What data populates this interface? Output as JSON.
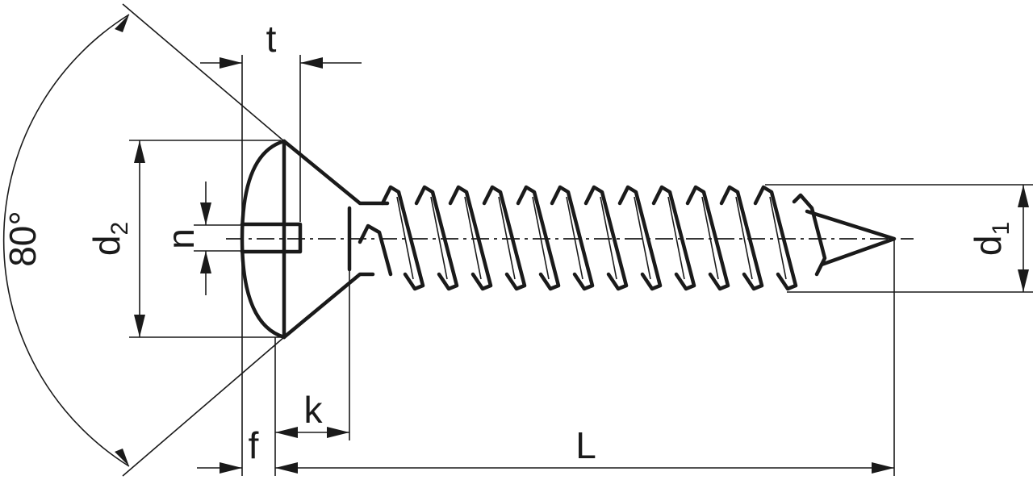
{
  "labels": {
    "angle": "80°",
    "t": "t",
    "n": "n",
    "d2_main": "d",
    "d2_sub": "2",
    "d1_main": "d",
    "d1_sub": "1",
    "k": "k",
    "f": "f",
    "L": "L"
  },
  "colors": {
    "line": "#1a1a1a",
    "background": "#ffffff"
  },
  "thread_turns": 12
}
